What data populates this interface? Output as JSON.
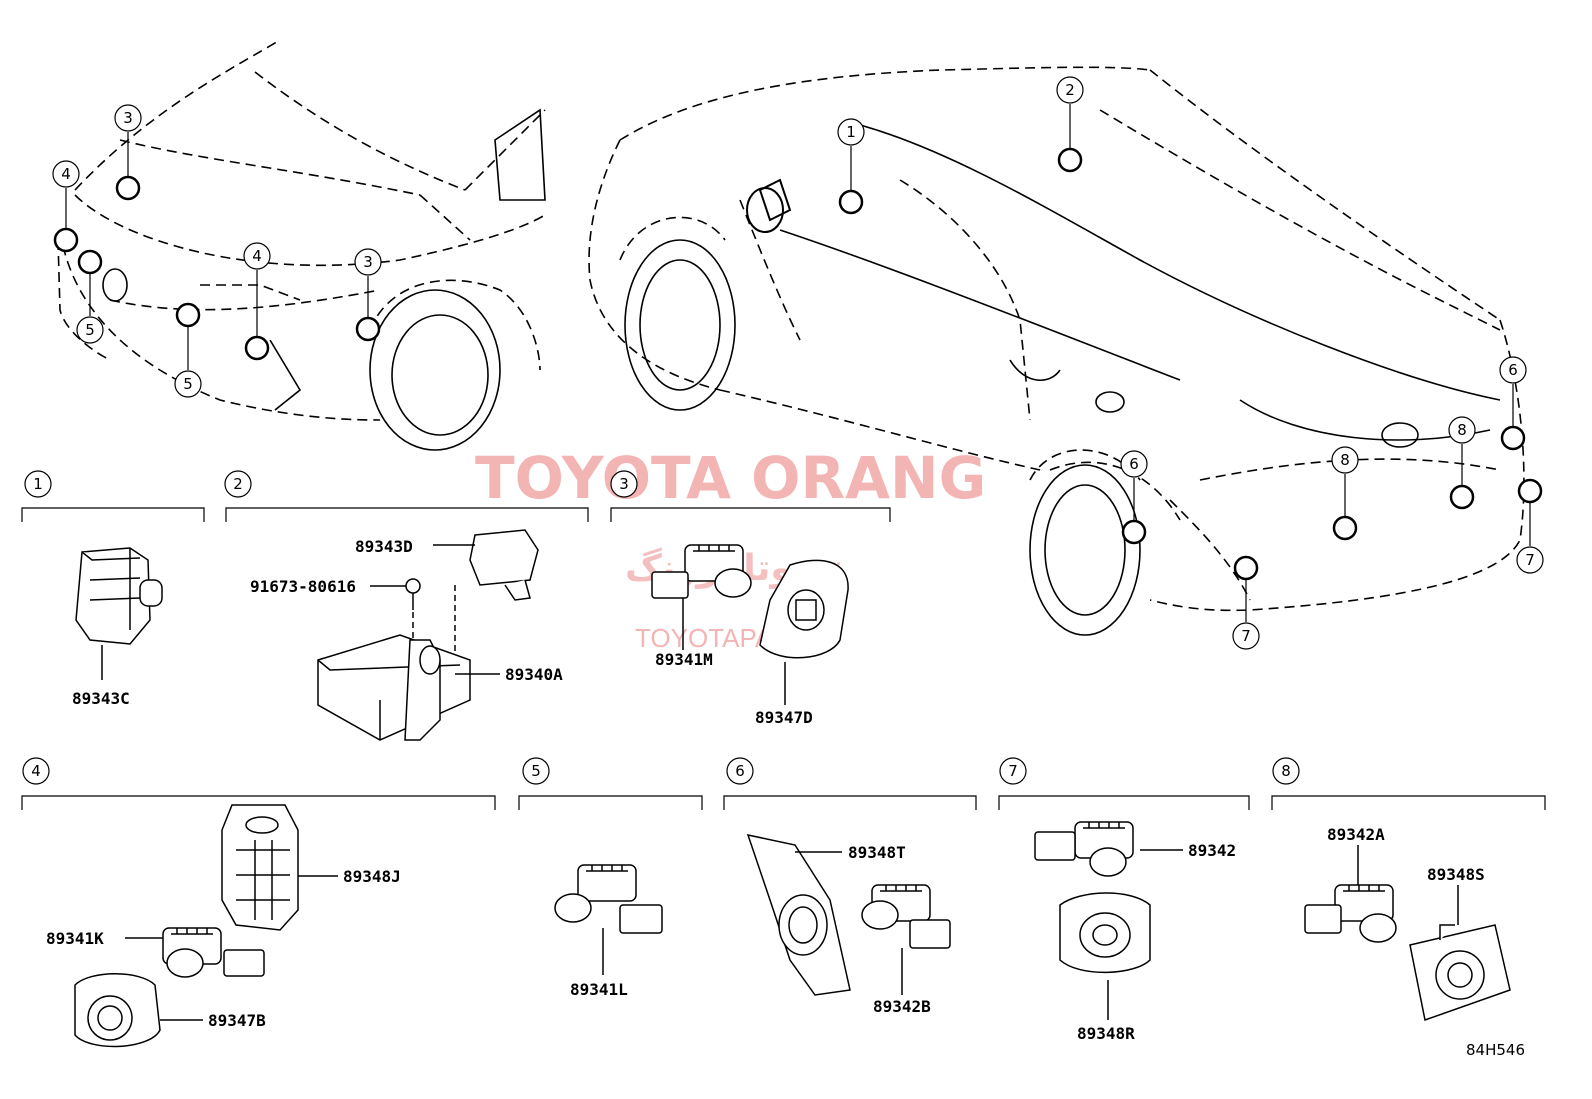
{
  "watermark": {
    "title": "TOYOTA ORANG",
    "persian": "تویوتا اورنگ",
    "site": "TOYOTAPART.IR",
    "color": "#f0a0a0"
  },
  "diagram_code": "84H546",
  "callouts": {
    "front_3a": "3",
    "front_4a": "4",
    "front_5a": "5",
    "front_5b": "5",
    "front_4b": "4",
    "front_3b": "3",
    "car_1": "1",
    "car_2": "2",
    "car_6a": "6",
    "car_6b": "6",
    "car_8a": "8",
    "car_8b": "8",
    "car_7a": "7",
    "car_7b": "7"
  },
  "groups": [
    {
      "id": "1",
      "parts": [
        "89343C"
      ]
    },
    {
      "id": "2",
      "parts": [
        "89343D",
        "91673-80616",
        "89340A"
      ]
    },
    {
      "id": "3",
      "parts": [
        "89341M",
        "89347D"
      ]
    },
    {
      "id": "4",
      "parts": [
        "89348J",
        "89341K",
        "89347B"
      ]
    },
    {
      "id": "5",
      "parts": [
        "89341L"
      ]
    },
    {
      "id": "6",
      "parts": [
        "89348T",
        "89342B"
      ]
    },
    {
      "id": "7",
      "parts": [
        "89342",
        "89348R"
      ]
    },
    {
      "id": "8",
      "parts": [
        "89342A",
        "89348S"
      ]
    }
  ]
}
